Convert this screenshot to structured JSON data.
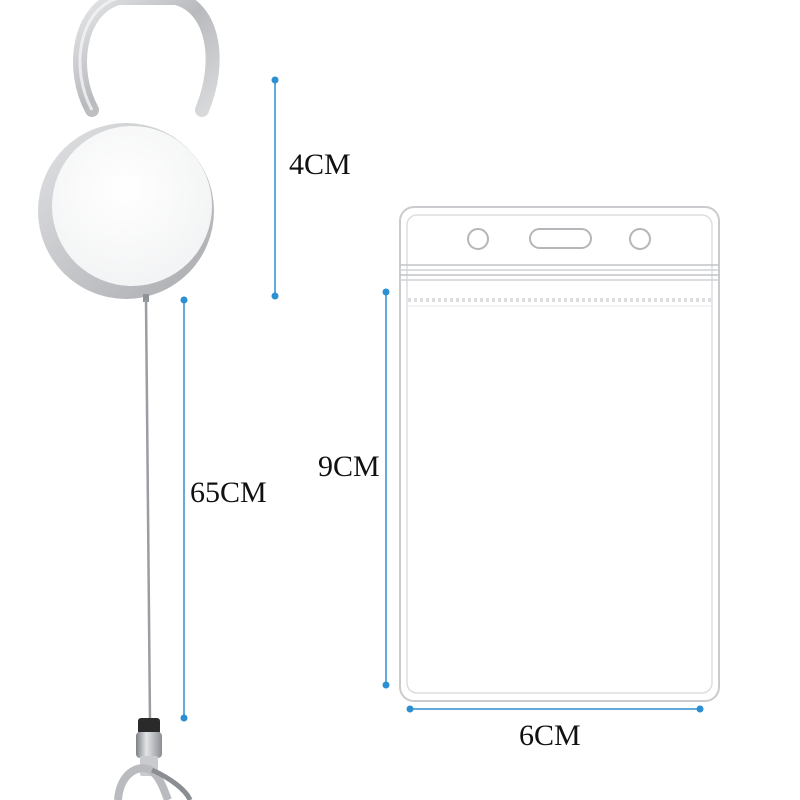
{
  "dimensions": {
    "reel_diameter": "4CM",
    "cord_length": "65CM",
    "holder_height": "9CM",
    "holder_width": "6CM"
  },
  "colors": {
    "dimension_line": "#2b8fd1",
    "reel_face": "#ffffff",
    "reel_rim": "#c7c9cc",
    "cord": "#9a9ea3",
    "holder_border": "#c9cbce"
  }
}
